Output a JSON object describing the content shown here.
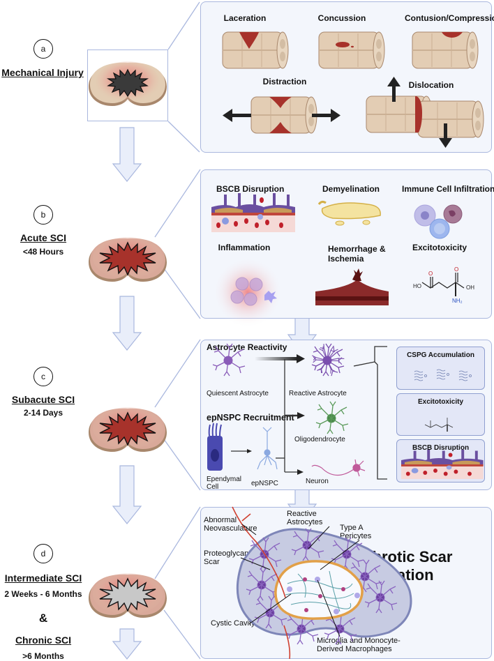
{
  "stages": [
    {
      "letter": "a",
      "title": "Mechanical Injury",
      "subtitle": ""
    },
    {
      "letter": "b",
      "title": "Acute SCI",
      "subtitle": "<48 Hours"
    },
    {
      "letter": "c",
      "title": "Subacute SCI",
      "subtitle": "2-14 Days"
    },
    {
      "letter": "d",
      "title": "Intermediate SCI",
      "subtitle": "2 Weeks - 6 Months",
      "joiner": "&",
      "title2": "Chronic SCI",
      "subtitle2": ">6 Months"
    }
  ],
  "panel_a": {
    "items": [
      "Laceration",
      "Concussion",
      "Contusion/Compression",
      "Distraction",
      "Dislocation"
    ]
  },
  "panel_b": {
    "items": [
      "BSCB Disruption",
      "Demyelination",
      "Immune Cell Infiltration",
      "Inflammation",
      "Hemorrhage &\nIschemia",
      "Excitotoxicity"
    ],
    "glutamate": {
      "o": "O",
      "ho": "HO",
      "oh": "OH",
      "n": "N",
      "h2": "H",
      "sub": "2"
    }
  },
  "panel_c": {
    "astro_heading": "Astrocyte Reactivity",
    "epnspc_heading": "epNSPC Recruitment",
    "cells": {
      "quiescent": "Quiescent Astrocyte",
      "reactive": "Reactive Astrocyte",
      "oligo": "Oligodendrocyte",
      "ependymal": "Ependymal\nCell",
      "epnspc": "epNSPC",
      "neuron": "Neuron"
    },
    "subpanels": [
      "CSPG Accumulation",
      "Excitotoxicity",
      "BSCB Disruption"
    ]
  },
  "panel_d": {
    "title": "Fibrotic Scar\nFormation",
    "annotations": {
      "neovasculature": "Abnormal\nNeovasculature",
      "proteoglycan": "Proteoglycan\nScar",
      "reactive_astro": "Reactive\nAstrocytes",
      "pericytes": "Type A\nPericytes",
      "cystic": "Cystic Cavity",
      "microglia": "Microglia and Monocyte-\nDerived Macrophages"
    }
  },
  "colors": {
    "panel_bg": "#f3f6fc",
    "panel_border": "#a9b7de",
    "lesion_red": "#a7322b",
    "tissue": "#e3cdb4",
    "astro_purple": "#7a4fae",
    "arrow_fill": "#e9eefa"
  }
}
